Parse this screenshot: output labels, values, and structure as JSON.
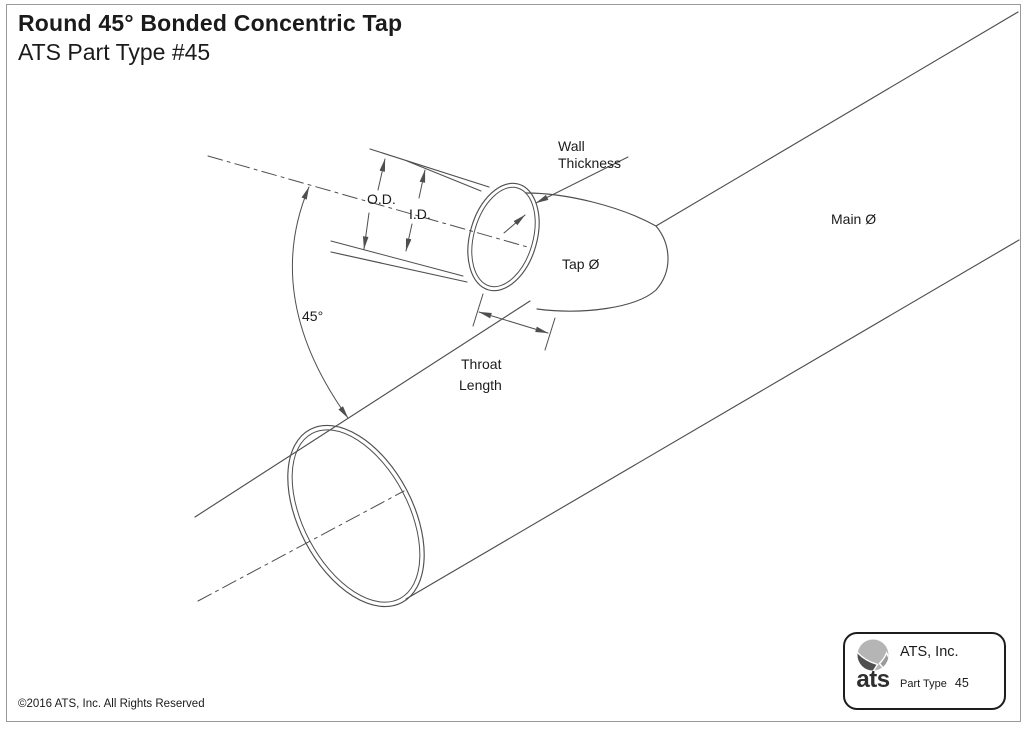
{
  "page": {
    "title": "Round 45° Bonded Concentric Tap",
    "subtitle": "ATS Part Type #45",
    "copyright": "©2016 ATS, Inc. All Rights Reserved"
  },
  "diagram": {
    "type": "technical-drawing",
    "part_shown": "concentric pipe tap bonded to main pipe at 45 degrees",
    "labels": {
      "od": "O.D.",
      "id": "I.D.",
      "wall_thickness_line1": "Wall",
      "wall_thickness_line2": "Thickness",
      "tap_diameter": "Tap Ø",
      "main_diameter": "Main Ø",
      "angle": "45°",
      "throat_line1": "Throat",
      "throat_line2": "Length"
    }
  },
  "title_block": {
    "logo_text": "ats",
    "company": "ATS, Inc.",
    "part_type_label": "Part Type",
    "part_type_value": "45"
  },
  "colors": {
    "line": "#4f4f4f",
    "text": "#1b1b1b",
    "border": "#9a9a9a",
    "logo_light": "#b5b5b5",
    "logo_dark": "#4f4f4f",
    "logo_mid": "#9a9a9a"
  }
}
